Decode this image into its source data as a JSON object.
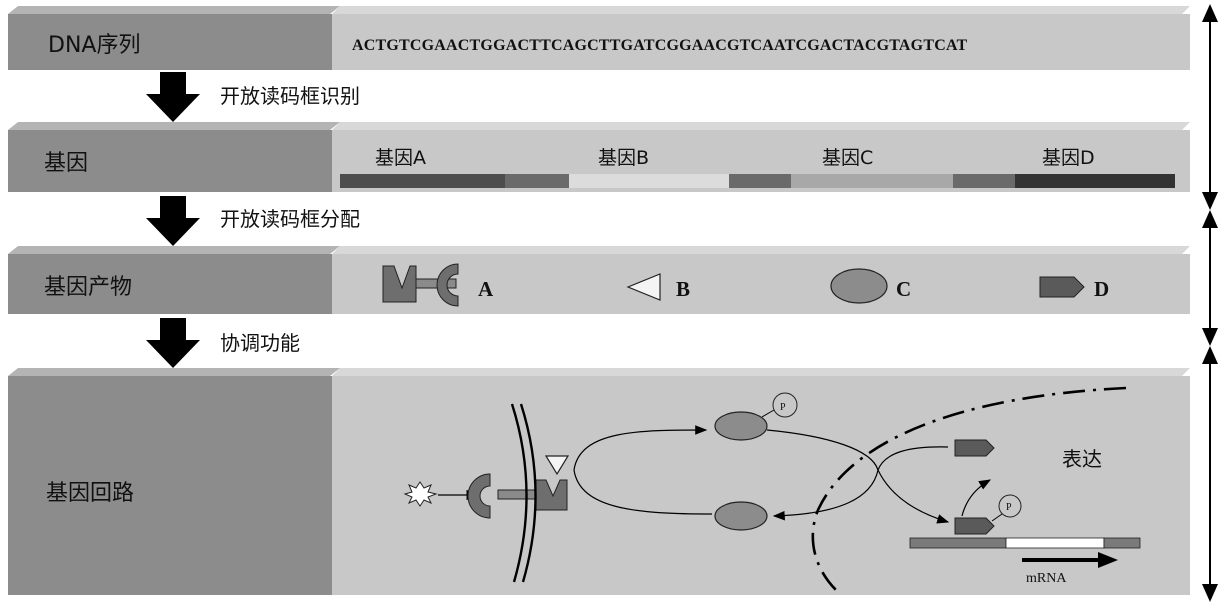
{
  "rows": [
    {
      "label": "DNA序列",
      "sequence": "ACTGTCGAACTGGACTTCAGCTTGATCGGAACGTCAATCGACTACGTAGTCAT"
    },
    {
      "label": "基因",
      "genes": [
        "基因A",
        "基因B",
        "基因C",
        "基因D"
      ]
    },
    {
      "label": "基因产物",
      "products": [
        "A",
        "B",
        "C",
        "D"
      ]
    },
    {
      "label": "基因回路",
      "expression": "表达",
      "mrna": "mRNA",
      "phospho": "P"
    }
  ],
  "steps": [
    "开放读码框识别",
    "开放读码框分配",
    "协调功能"
  ],
  "colors": {
    "label_panel": "#8c8c8c",
    "content_panel": "#c8c8c8",
    "bevel_light": "#e6e6e6",
    "bevel_dark": "#6e6e6e",
    "product_fill": "#7a7a7a",
    "gene_bar_segments": [
      "#4d4d4d",
      "#6a6a6a",
      "#dcdcdc",
      "#6a6a6a",
      "#a8a8a8",
      "#6a6a6a",
      "#333333"
    ]
  }
}
